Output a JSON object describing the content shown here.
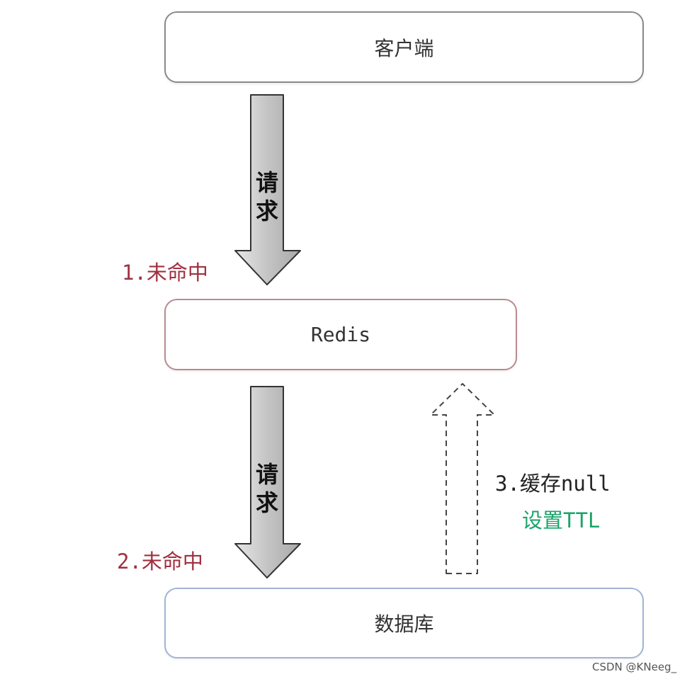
{
  "nodes": {
    "client": "客户端",
    "redis": "Redis",
    "database": "数据库"
  },
  "arrows": {
    "request_1": [
      "请",
      "求"
    ],
    "request_2": [
      "请",
      "求"
    ]
  },
  "notes": {
    "miss_1": "1.未命中",
    "miss_2": "2.未命中",
    "cache_null": "3.缓存null",
    "set_ttl": "设置TTL"
  },
  "watermark": "CSDN @KNeeg_",
  "colors": {
    "miss": "#a03040",
    "ttl": "#1aa36a",
    "redis_border": "#b98a8f",
    "database_border": "#a3b3d6",
    "client_border": "#8a8a8a"
  }
}
